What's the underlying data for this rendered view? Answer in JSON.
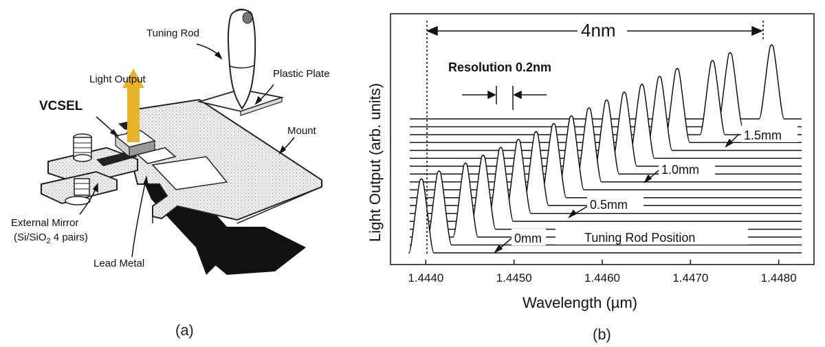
{
  "figure_a": {
    "caption": "(a)",
    "labels": {
      "tuning_rod": "Tuning Rod",
      "light_output": "Light Output",
      "plastic_plate": "Plastic Plate",
      "vcsel": "VCSEL",
      "mount": "Mount",
      "external_mirror_line1": "External Mirror",
      "external_mirror_line2": "(Si/SiO",
      "external_mirror_sub": "2",
      "external_mirror_line2_tail": " 4 pairs)",
      "lead_metal": "Lead Metal"
    },
    "colors": {
      "arrow": "#E8B22A",
      "plate_fill": "#e6e6e6",
      "lead_fill": "#111111"
    }
  },
  "figure_b": {
    "caption": "(b)",
    "annotations": {
      "span": "4nm",
      "resolution": "Resolution 0.2nm",
      "pos_0": "0mm",
      "pos_05": "0.5mm",
      "pos_10": "1.0mm",
      "pos_15": "1.5mm",
      "tuning_rod_position": "Tuning Rod Position"
    }
  },
  "chart_data": {
    "type": "line",
    "xlabel": "Wavelength (µm)",
    "ylabel": "Light Output (arb. units)",
    "xlim": [
      1.4436,
      1.4484
    ],
    "x_ticks": [
      "1.4440",
      "1.4450",
      "1.4460",
      "1.4470",
      "1.4480"
    ],
    "x_tick_values": [
      1.444,
      1.445,
      1.446,
      1.447,
      1.448
    ],
    "peak_wavelengths": [
      1.44395,
      1.44415,
      1.44445,
      1.44465,
      1.44485,
      1.44505,
      1.44525,
      1.44545,
      1.44565,
      1.44585,
      1.44605,
      1.44625,
      1.44645,
      1.44665,
      1.44685,
      1.44725,
      1.44745,
      1.44792
    ],
    "spectrum_count": 18
  }
}
